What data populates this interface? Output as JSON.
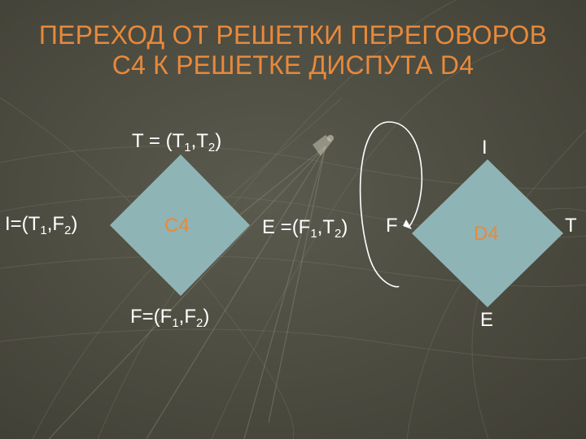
{
  "title": {
    "line1": "ПЕРЕХОД ОТ РЕШЕТКИ ПЕРЕГОВОРОВ",
    "line2": "С4  К РЕШЕТКЕ ДИСПУТА D4"
  },
  "c4": {
    "name": "C4",
    "top": {
      "main": "T = (T",
      "s1": "1",
      "mid": ",T",
      "s2": "2",
      "end": ")"
    },
    "left": {
      "main": "I=(T",
      "s1": "1",
      "mid": ",F",
      "s2": "2",
      "end": ")"
    },
    "right": {
      "main": "E =(F",
      "s1": "1",
      "mid": ",T",
      "s2": "2",
      "end": ")"
    },
    "bottom": {
      "main": "F=(F",
      "s1": "1",
      "mid": ",F",
      "s2": "2",
      "end": ")"
    }
  },
  "d4": {
    "name": "D4",
    "top": "I",
    "left": "F",
    "right": "T",
    "bottom": "E"
  },
  "colors": {
    "background": "#4b4a3f",
    "diamond_fill": "#8fb4b6",
    "title": "#e8893a",
    "label": "#ffffff",
    "arrow": "#ffffff"
  }
}
